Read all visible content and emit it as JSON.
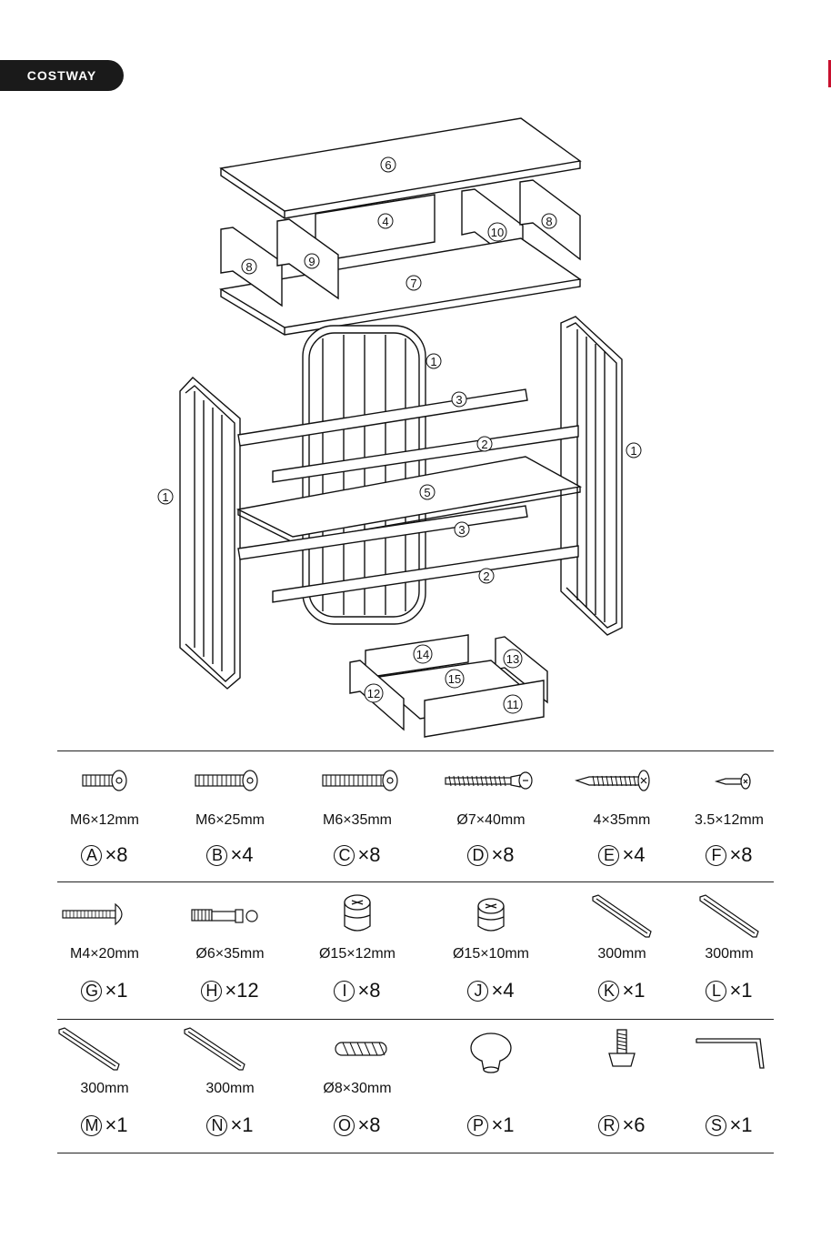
{
  "brand": "COSTWAY",
  "diagram_labels": {
    "l6": "6",
    "l4": "4",
    "l10": "10",
    "l8a": "8",
    "l8b": "8",
    "l9": "9",
    "l7": "7",
    "l1a": "1",
    "l1b": "1",
    "l1c": "1",
    "l3a": "3",
    "l2a": "2",
    "l5": "5",
    "l3b": "3",
    "l2b": "2",
    "l14": "14",
    "l13": "13",
    "l15": "15",
    "l12": "12",
    "l11": "11"
  },
  "hardware": [
    {
      "letter": "A",
      "size": "M6×12mm",
      "qty": "×8",
      "icon": "bolt-short-icon"
    },
    {
      "letter": "B",
      "size": "M6×25mm",
      "qty": "×4",
      "icon": "bolt-medium-icon"
    },
    {
      "letter": "C",
      "size": "M6×35mm",
      "qty": "×8",
      "icon": "bolt-long-icon"
    },
    {
      "letter": "D",
      "size": "Ø7×40mm",
      "qty": "×8",
      "icon": "cam-bolt-icon"
    },
    {
      "letter": "E",
      "size": "4×35mm",
      "qty": "×4",
      "icon": "wood-screw-icon"
    },
    {
      "letter": "F",
      "size": "3.5×12mm",
      "qty": "×8",
      "icon": "small-screw-icon"
    },
    {
      "letter": "G",
      "size": "M4×20mm",
      "qty": "×1",
      "icon": "machine-screw-icon"
    },
    {
      "letter": "H",
      "size": "Ø6×35mm",
      "qty": "×12",
      "icon": "cam-dowel-icon"
    },
    {
      "letter": "I",
      "size": "Ø15×12mm",
      "qty": "×8",
      "icon": "cam-lock-icon"
    },
    {
      "letter": "J",
      "size": "Ø15×10mm",
      "qty": "×4",
      "icon": "cam-lock-small-icon"
    },
    {
      "letter": "K",
      "size": "300mm",
      "qty": "×1",
      "icon": "drawer-slide-icon"
    },
    {
      "letter": "L",
      "size": "300mm",
      "qty": "×1",
      "icon": "drawer-slide-icon"
    },
    {
      "letter": "M",
      "size": "300mm",
      "qty": "×1",
      "icon": "drawer-rail-icon"
    },
    {
      "letter": "N",
      "size": "300mm",
      "qty": "×1",
      "icon": "drawer-rail-icon"
    },
    {
      "letter": "O",
      "size": "Ø8×30mm",
      "qty": "×8",
      "icon": "wood-dowel-icon"
    },
    {
      "letter": "P",
      "size": "",
      "qty": "×1",
      "icon": "knob-icon"
    },
    {
      "letter": "R",
      "size": "",
      "qty": "×6",
      "icon": "leveling-foot-icon"
    },
    {
      "letter": "S",
      "size": "",
      "qty": "×1",
      "icon": "allen-key-icon"
    }
  ]
}
